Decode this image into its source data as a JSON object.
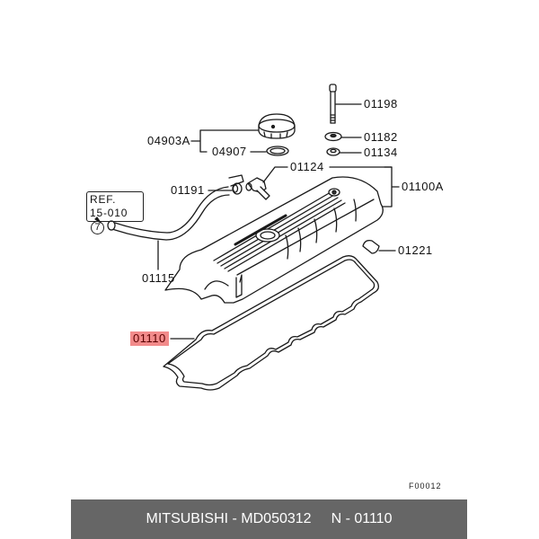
{
  "diagram": {
    "title": "Rocker cover assembly parts diagram",
    "figure_code": "F00012",
    "reference": {
      "line1": "REF.",
      "line2": "15-010",
      "circled_number": "7"
    },
    "callouts": [
      {
        "id": "01198",
        "label": "01198",
        "part": "bolt"
      },
      {
        "id": "01182",
        "label": "01182",
        "part": "washer"
      },
      {
        "id": "01134",
        "label": "01134",
        "part": "grommet"
      },
      {
        "id": "04903A",
        "label": "04903A",
        "part": "oil filler cap assembly"
      },
      {
        "id": "04907",
        "label": "04907",
        "part": "o-ring"
      },
      {
        "id": "01124",
        "label": "01124",
        "part": "breather fitting"
      },
      {
        "id": "01191",
        "label": "01191",
        "part": "clamp"
      },
      {
        "id": "01100A",
        "label": "01100A",
        "part": "rocker cover assembly"
      },
      {
        "id": "01221",
        "label": "01221",
        "part": "plug"
      },
      {
        "id": "01115",
        "label": "01115",
        "part": "breather hose"
      },
      {
        "id": "01110",
        "label": "01110",
        "part": "gasket",
        "highlighted": true
      }
    ],
    "highlight_color": "#f28b8b"
  },
  "caption": {
    "brand_part": "MITSUBISHI - MD050312",
    "position": "N - 01110",
    "background": "#666666",
    "text_color": "#ffffff"
  }
}
